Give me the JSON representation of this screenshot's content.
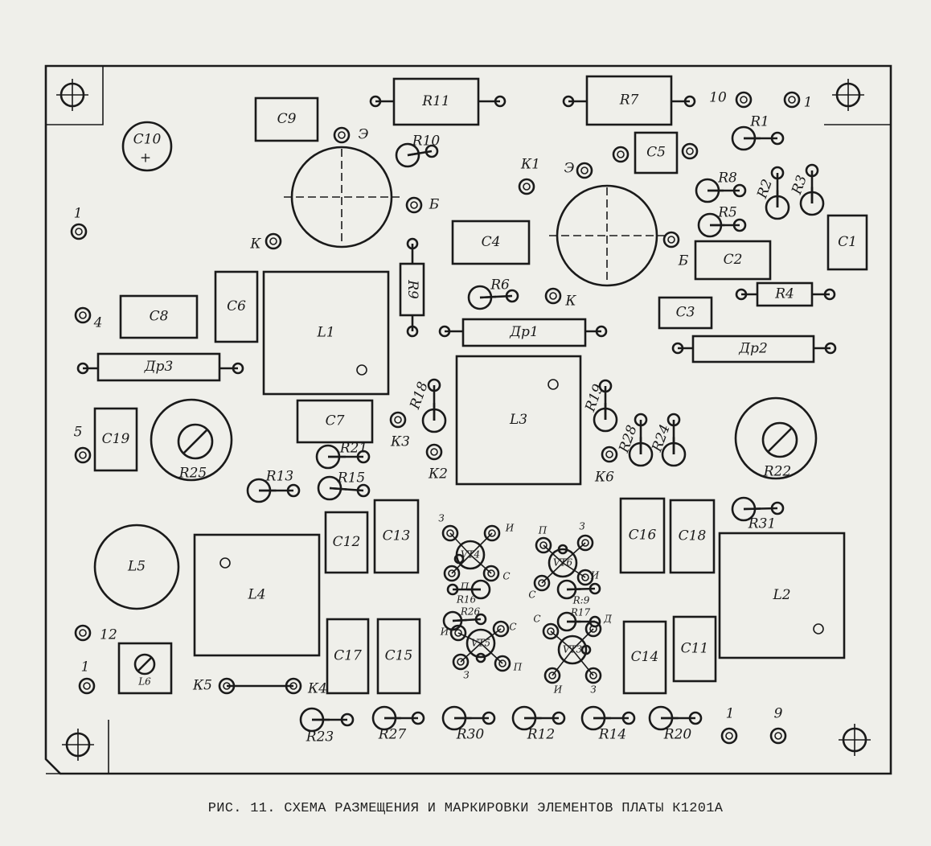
{
  "caption": "РИС. 11. СХЕМА РАЗМЕЩЕНИЯ И МАРКИРОВКИ ЭЛЕМЕНТОВ ПЛАТЫ К1201А",
  "capacitor_c10": {
    "label": "C10",
    "polarity": "+"
  },
  "boxes": {
    "C9": "C9",
    "C8": "C8",
    "C6": "C6",
    "L1": "L1",
    "C4": "C4",
    "C5": "C5",
    "C2": "C2",
    "C1": "C1",
    "C3": "C3",
    "L3": "L3",
    "C7": "C7",
    "C19": "C19",
    "C12": "C12",
    "C13": "C13",
    "C16": "C16",
    "C18": "C18",
    "L2": "L2",
    "L4": "L4",
    "C17": "C17",
    "C15": "C15",
    "C14": "C14",
    "C11": "C11",
    "L6": "L6"
  },
  "axial": {
    "R11": "R11",
    "R7": "R7",
    "Dr3": "Др3",
    "Dr1": "Др1",
    "Dr2": "Др2",
    "R4": "R4",
    "R9": "R9"
  },
  "round": {
    "L5": "L5",
    "R25": "R25",
    "R22": "R22"
  },
  "upright_resistors": {
    "R10": "R10",
    "R1": "R1",
    "R8": "R8",
    "R5": "R5",
    "R2": "R2",
    "R3": "R3",
    "R6": "R6",
    "R18": "R18",
    "R19": "R19",
    "R28": "R28",
    "R24": "R24",
    "R21": "R21",
    "R13": "R13",
    "R15": "R15",
    "R31": "R31",
    "R16": "R16",
    "R26": "R26",
    "R29": "R:9",
    "R17": "R17",
    "R23": "R23",
    "R27": "R27",
    "R30": "R30",
    "R12": "R12",
    "R14": "R14",
    "R20": "R20"
  },
  "pads": {
    "e1": "Э",
    "b1": "Б",
    "k1": "К",
    "K1": "К1",
    "e2": "Э",
    "b2": "Б",
    "k2": "К",
    "t10": "10",
    "t1a": "1",
    "t1b": "1",
    "t4": "4",
    "t5": "5",
    "K3": "К3",
    "K2": "К2",
    "K6": "К6",
    "t12": "12",
    "t1c": "1",
    "K5": "К5",
    "K4": "К4",
    "t1d": "1",
    "t9": "9"
  },
  "transistors": {
    "VT4": {
      "label": "VT4",
      "pins": [
        "З",
        "И",
        "П",
        "С"
      ]
    },
    "VT6": {
      "label": "VT6",
      "pins": [
        "П",
        "З",
        "И",
        "С"
      ]
    },
    "VT5": {
      "label": "VT5",
      "pins": [
        "И",
        "С",
        "З",
        "П"
      ]
    },
    "VT3": {
      "label": "VT3",
      "pins": [
        "С",
        "Д",
        "И",
        "З"
      ]
    }
  }
}
